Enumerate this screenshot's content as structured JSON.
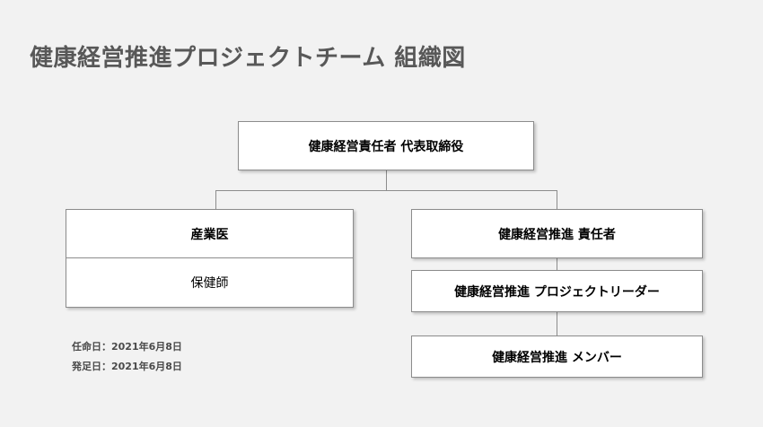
{
  "slide": {
    "title": "健康経営推進プロジェクトチーム 組織図",
    "background_color": "#f2f2f2",
    "title_color": "#585858",
    "box_border_color": "#8c8c8c",
    "box_fill_color": "#ffffff"
  },
  "org_chart": {
    "root": {
      "label": "健康経営責任者 代表取締役"
    },
    "left_branch": {
      "nodes": [
        {
          "label": "産業医",
          "weight": "bold"
        },
        {
          "label": "保健師",
          "weight": "regular"
        }
      ]
    },
    "right_branch": {
      "nodes": [
        {
          "label": "健康経営推進 責任者",
          "weight": "bold"
        },
        {
          "label": "健康経営推進 プロジェクトリーダー",
          "weight": "bold"
        },
        {
          "label": "健康経営推進 メンバー",
          "weight": "bold"
        }
      ]
    }
  },
  "footer": {
    "appointment_date": "任命日：2021年6月8日",
    "establishment_date": "発足日：2021年6月8日"
  }
}
